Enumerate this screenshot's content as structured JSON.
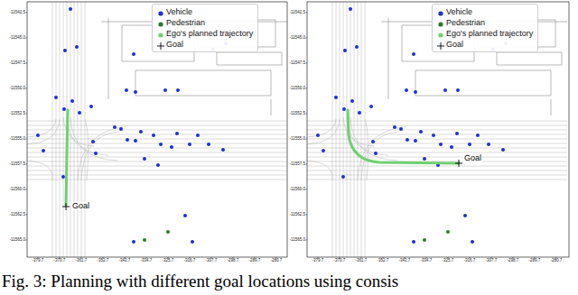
{
  "diagram": {
    "caption": "Fig. 3: Planning with different goal locations using consis",
    "labels": [
      "Goal",
      "Goal",
      "-11542.5",
      "-11545.0",
      "-11547.5",
      "-11550.0",
      "-11552.5",
      "-11555.0",
      "-11557.5",
      "-11560.0",
      "-11562.5",
      "-11565.0",
      "-379.7",
      "-370.7",
      "-361.7",
      "-352.7",
      "-343.7",
      "-334.7",
      "-325.7",
      "-316.7",
      "-307.7",
      "-298.7",
      "-289.7",
      "-280.7",
      "-11542.5",
      "-11545.0",
      "-11547.5",
      "-11550.0",
      "-11552.5",
      "-11555.0",
      "-11557.5",
      "-11560.0",
      "-11562.5",
      "-11565.0",
      "-379.7",
      "-370.7",
      "-361.7",
      "-352.7",
      "-343.7",
      "-334.7",
      "-325.7",
      "-316.7",
      "-307.7",
      "-298.7",
      "-289.7",
      "-280.7"
    ],
    "legend": [
      {
        "text": "Vehicle",
        "color": "#1c2ed8"
      },
      {
        "text": "Pedestrian",
        "color": "#2a7a2a"
      },
      {
        "text": "Ego's planned trajectory",
        "color": "#6fd16f"
      },
      {
        "text": "Goal"
      },
      {
        "text": "Vehicle",
        "color": "#1c2ed8"
      },
      {
        "text": "Pedestrian",
        "color": "#2a7a2a"
      },
      {
        "text": "Ego's planned trajectory",
        "color": "#6fd16f"
      },
      {
        "text": "Goal"
      }
    ]
  }
}
